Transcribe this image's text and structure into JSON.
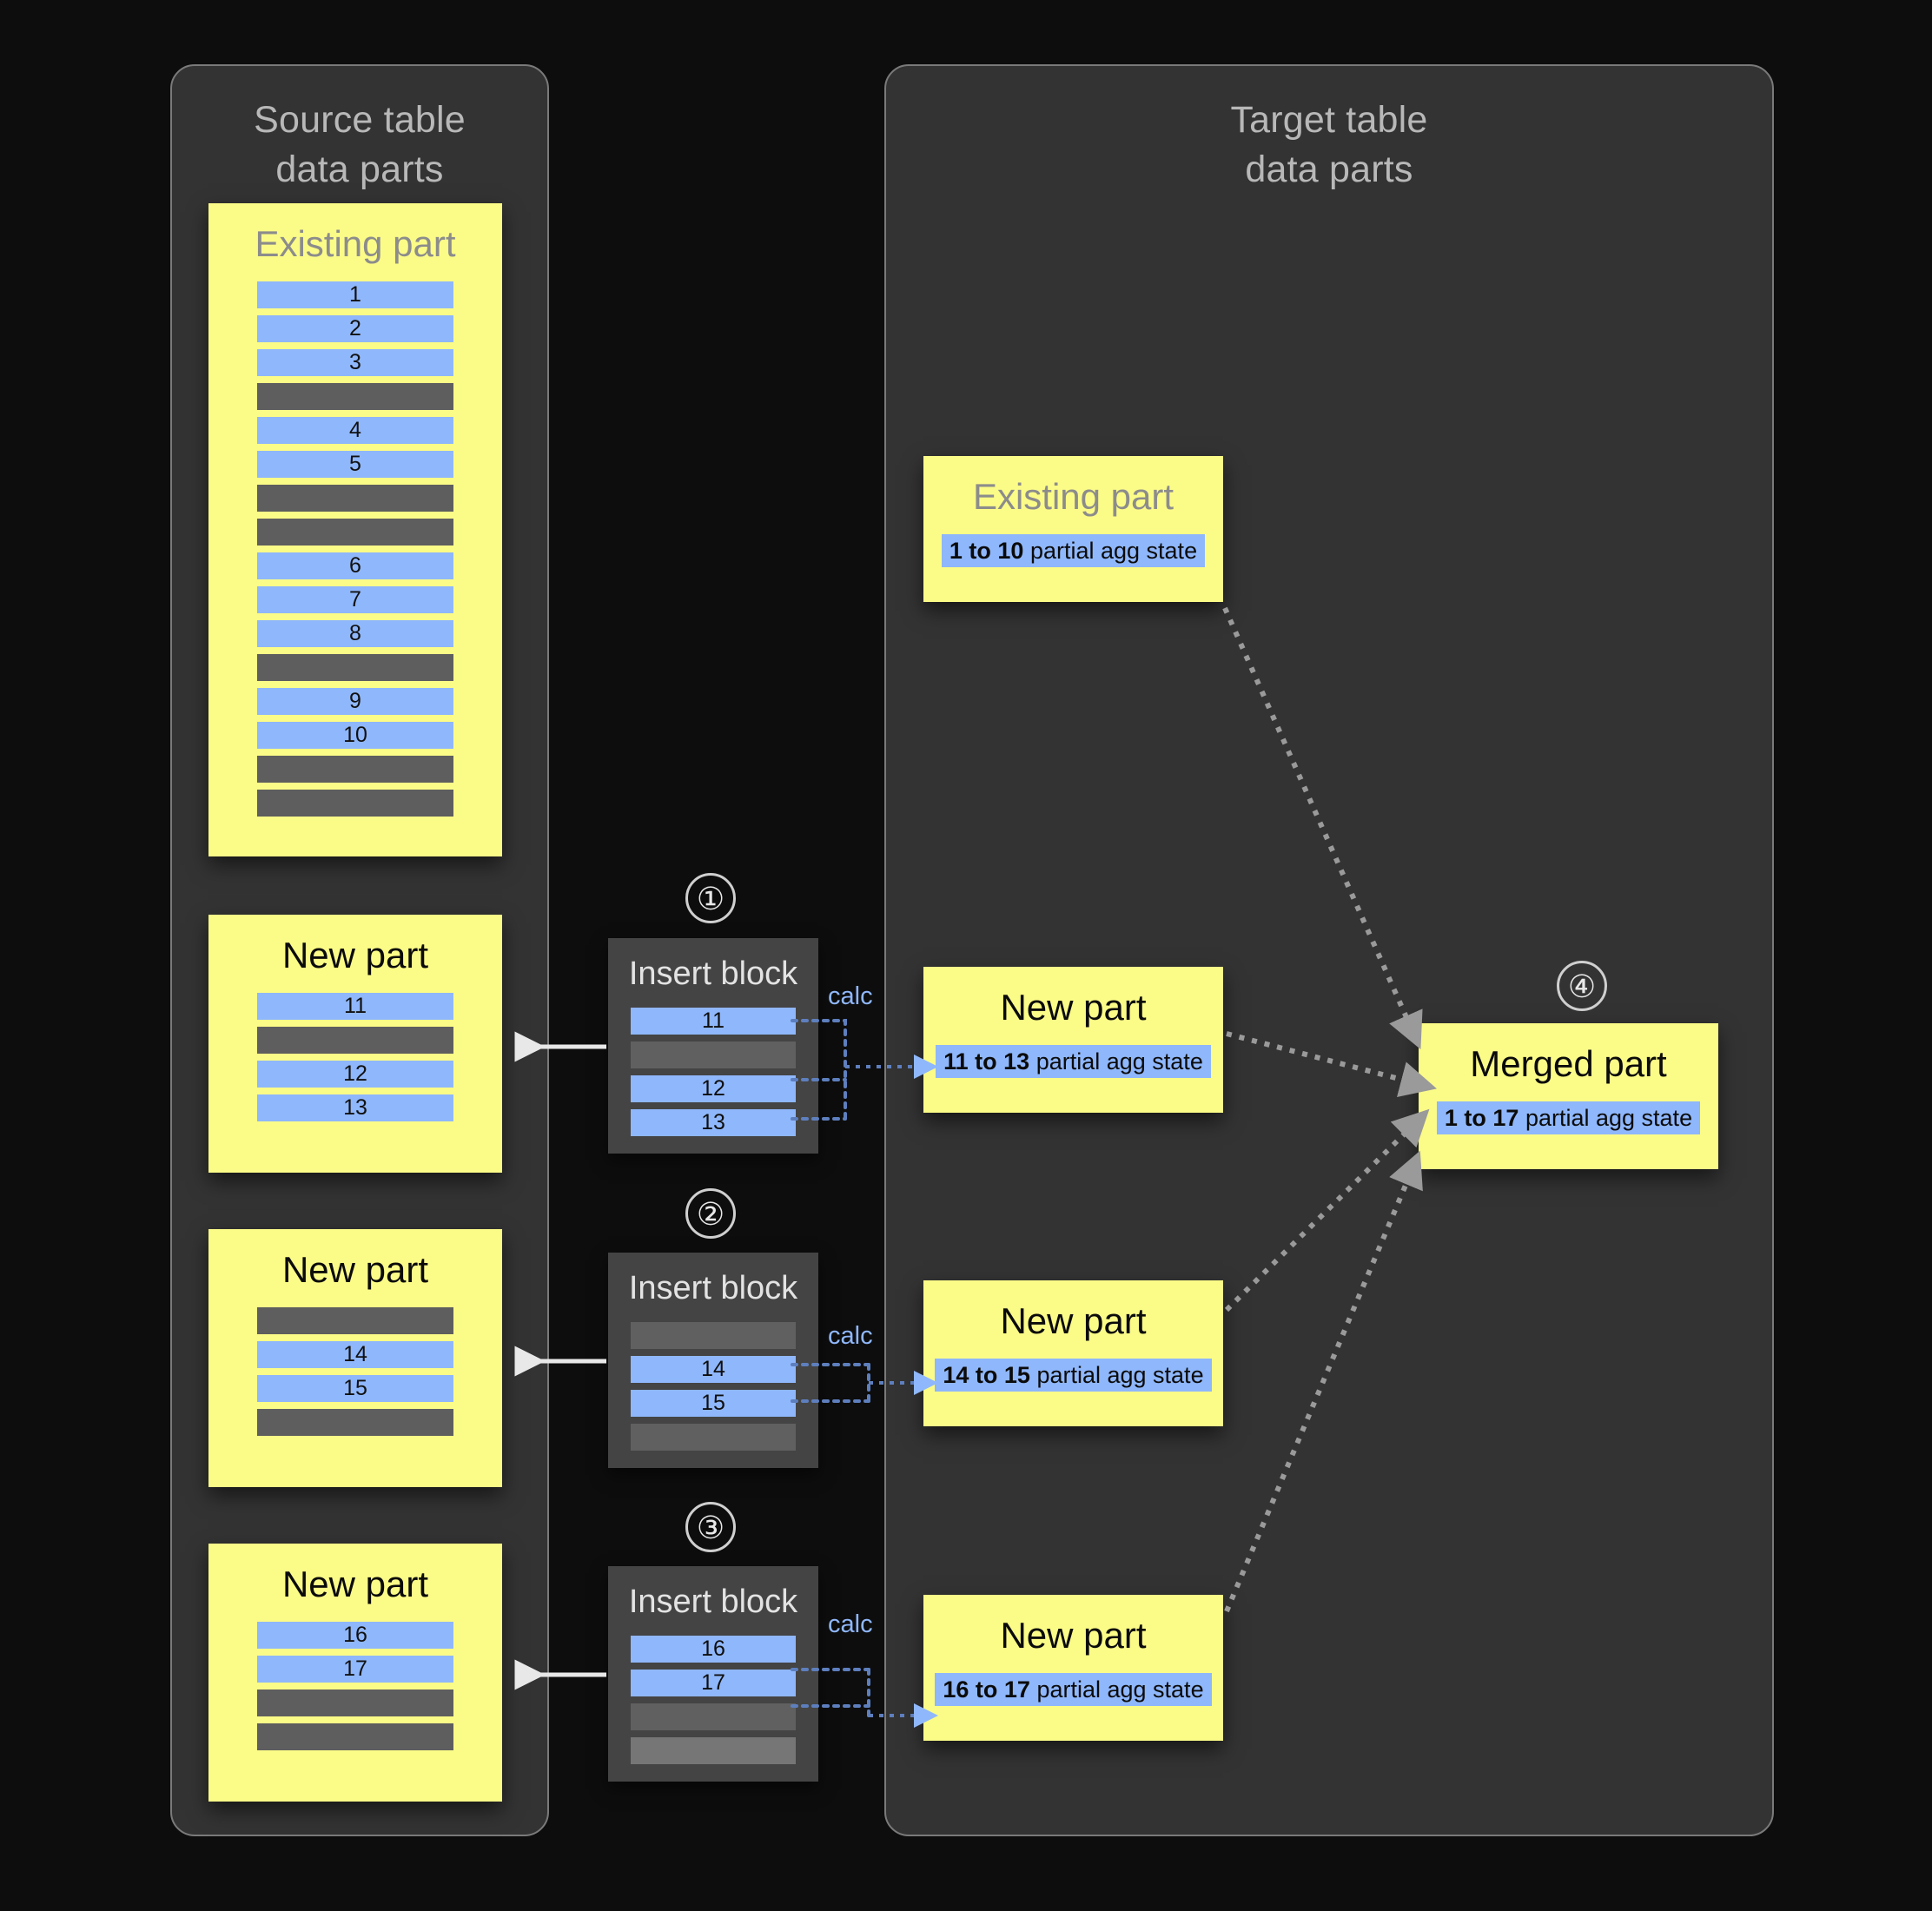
{
  "panels": {
    "source": {
      "title": "Source table\ndata parts"
    },
    "target": {
      "title": "Target table\ndata parts"
    }
  },
  "source_parts": [
    {
      "name": "existing-part",
      "title": "Existing part",
      "rows": [
        "1",
        "2",
        "3",
        "",
        "4",
        "5",
        "",
        "",
        "6",
        "7",
        "8",
        "",
        "9",
        "10",
        "",
        ""
      ],
      "row_kinds": [
        "blue",
        "blue",
        "blue",
        "grey",
        "blue",
        "blue",
        "grey",
        "grey",
        "blue",
        "blue",
        "blue",
        "grey",
        "blue",
        "blue",
        "grey",
        "grey"
      ]
    },
    {
      "name": "new-part-1",
      "title": "New part",
      "rows": [
        "11",
        "",
        "12",
        "13"
      ],
      "row_kinds": [
        "blue",
        "grey",
        "blue",
        "blue"
      ]
    },
    {
      "name": "new-part-2",
      "title": "New part",
      "rows": [
        "",
        "14",
        "15",
        ""
      ],
      "row_kinds": [
        "grey",
        "blue",
        "blue",
        "grey"
      ]
    },
    {
      "name": "new-part-3",
      "title": "New part",
      "rows": [
        "16",
        "17",
        "",
        ""
      ],
      "row_kinds": [
        "blue",
        "blue",
        "grey",
        "grey"
      ]
    }
  ],
  "insert_blocks": [
    {
      "step": "①",
      "title": "Insert block",
      "calc_label": "calc",
      "rows": [
        "11",
        "",
        "12",
        "13"
      ],
      "row_kinds": [
        "blue",
        "grey",
        "blue",
        "blue"
      ]
    },
    {
      "step": "②",
      "title": "Insert block",
      "calc_label": "calc",
      "rows": [
        "",
        "14",
        "15",
        ""
      ],
      "row_kinds": [
        "grey",
        "blue",
        "blue",
        "grey"
      ]
    },
    {
      "step": "③",
      "title": "Insert block",
      "calc_label": "calc",
      "rows": [
        "16",
        "17",
        "",
        ""
      ],
      "row_kinds": [
        "blue",
        "blue",
        "grey",
        "grey-light"
      ]
    }
  ],
  "target_parts": [
    {
      "name": "target-existing-part",
      "title": "Existing part",
      "title_color": "grey",
      "agg_range": "1 to 10",
      "agg_suffix": " partial agg state"
    },
    {
      "name": "target-new-part-1",
      "title": "New part",
      "title_color": "black",
      "agg_range": "11 to 13",
      "agg_suffix": " partial agg state"
    },
    {
      "name": "target-new-part-2",
      "title": "New part",
      "title_color": "black",
      "agg_range": "14 to 15",
      "agg_suffix": " partial agg state"
    },
    {
      "name": "target-new-part-3",
      "title": "New part",
      "title_color": "black",
      "agg_range": "16 to 17",
      "agg_suffix": " partial agg state"
    }
  ],
  "merged_part": {
    "step": "④",
    "title": "Merged part",
    "title_color": "black",
    "agg_range": "1 to 17",
    "agg_suffix": " partial agg state"
  },
  "colors": {
    "background": "#0d0d0d",
    "panel": "#333333",
    "panel_border": "#7a7a7a",
    "yellow": "#fbfb88",
    "blue": "#8fb7fb",
    "grey_row": "#5e5e5e",
    "insert_block": "#444444",
    "arrow_solid": "#e8e8e8",
    "arrow_dotted": "#9a9a9a"
  }
}
